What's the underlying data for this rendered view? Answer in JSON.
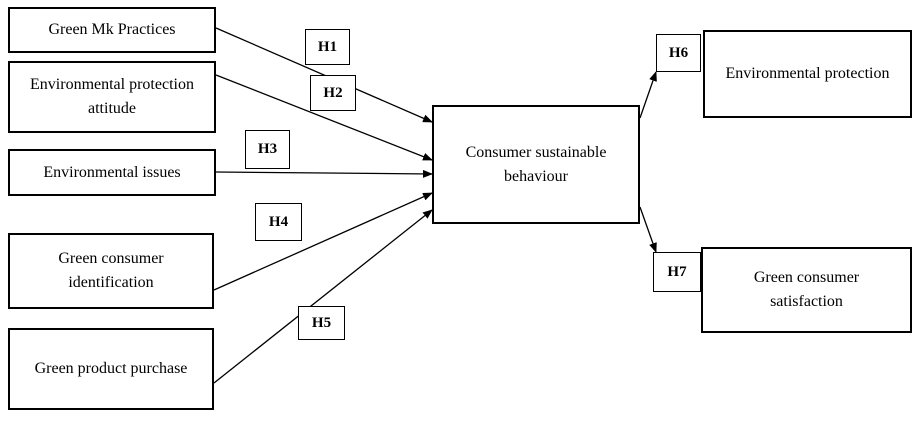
{
  "constructs": {
    "green_mk_practices": "Green Mk Practices",
    "env_protection_attitude": "Environmental protection attitude",
    "environmental_issues": "Environmental issues",
    "green_consumer_identification": "Green consumer identification",
    "green_product_purchase": "Green product purchase",
    "consumer_sustainable_behaviour": "Consumer sustainable behaviour",
    "environmental_protection": "Environmental protection",
    "green_consumer_satisfaction": "Green consumer satisfaction"
  },
  "hypotheses": {
    "h1": "H1",
    "h2": "H2",
    "h3": "H3",
    "h4": "H4",
    "h5": "H5",
    "h6": "H6",
    "h7": "H7"
  }
}
